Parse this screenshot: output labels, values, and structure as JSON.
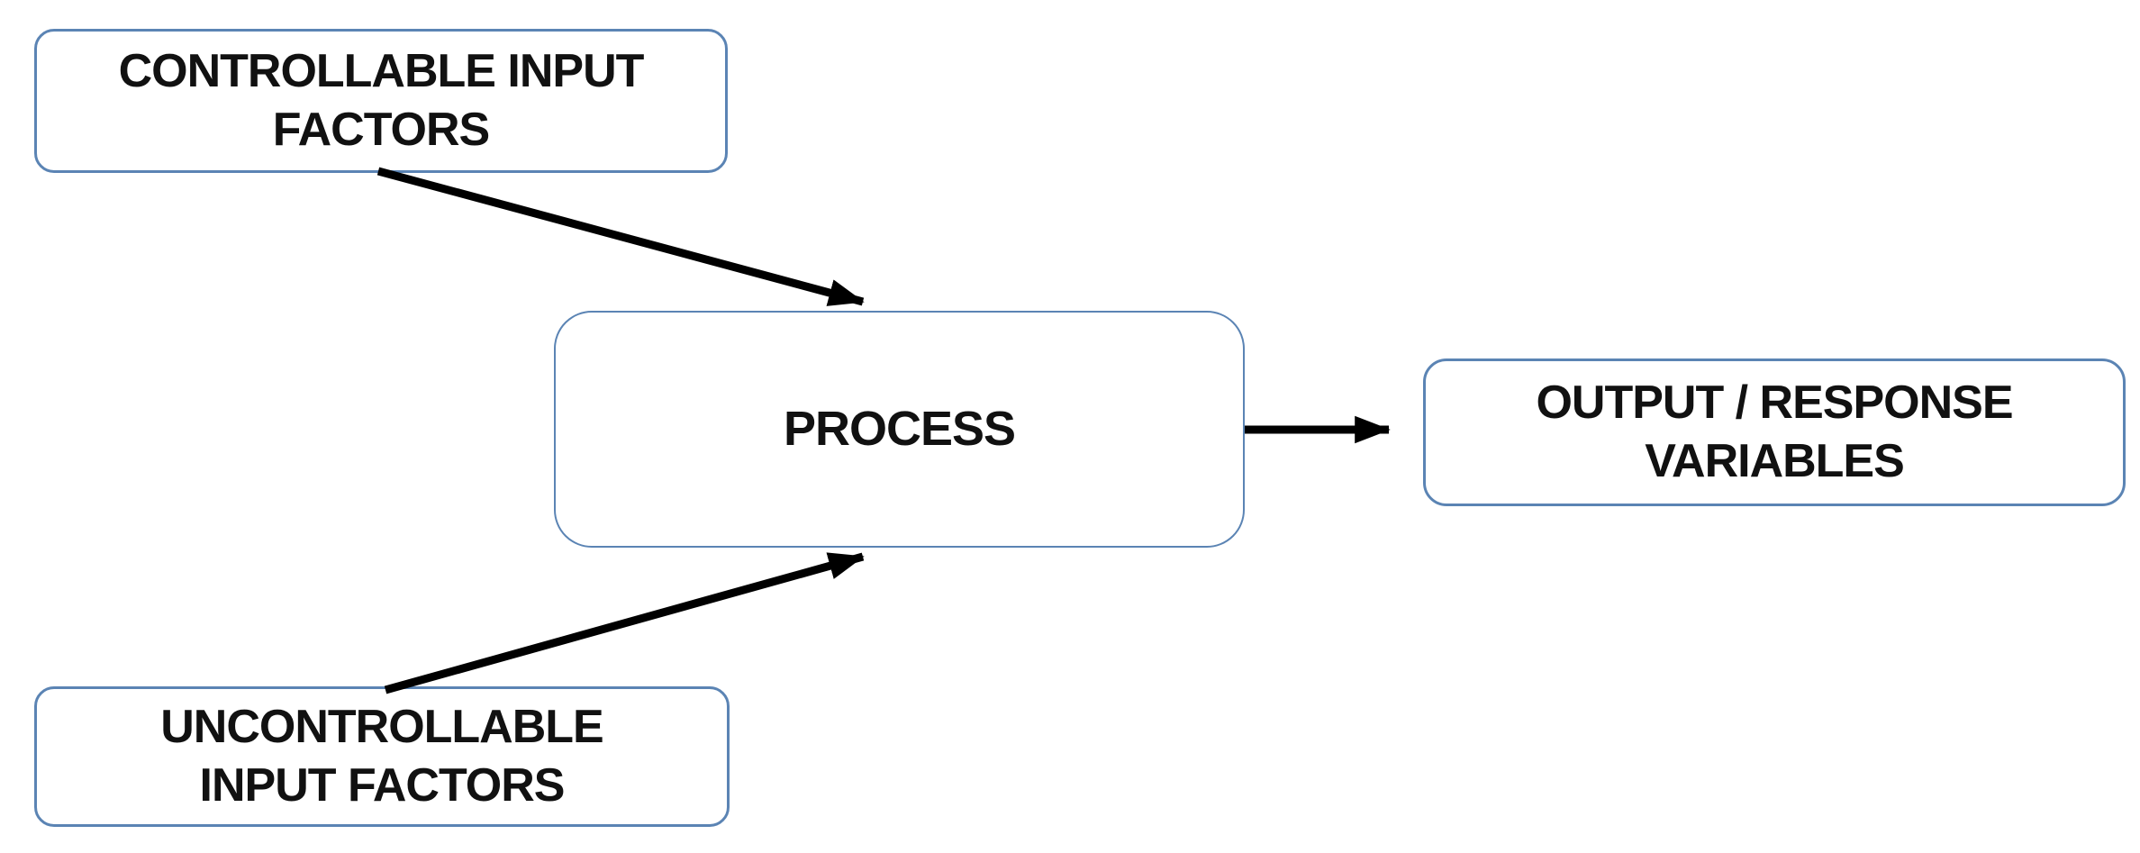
{
  "diagram": {
    "title": "Process model diagram",
    "background_color": "#ffffff",
    "box_border_color": "#5b84b4",
    "box_fill_color": "#ffffff",
    "arrow_color": "#000000",
    "text_color": "#111111",
    "nodes": {
      "controllable": {
        "label": "CONTROLLABLE INPUT FACTORS"
      },
      "uncontrollable": {
        "label": "UNCONTROLLABLE INPUT FACTORS"
      },
      "process": {
        "label": "PROCESS"
      },
      "output": {
        "label": "OUTPUT / RESPONSE VARIABLES"
      }
    },
    "edges": [
      {
        "from": "controllable",
        "to": "process"
      },
      {
        "from": "uncontrollable",
        "to": "process"
      },
      {
        "from": "process",
        "to": "output"
      }
    ]
  }
}
